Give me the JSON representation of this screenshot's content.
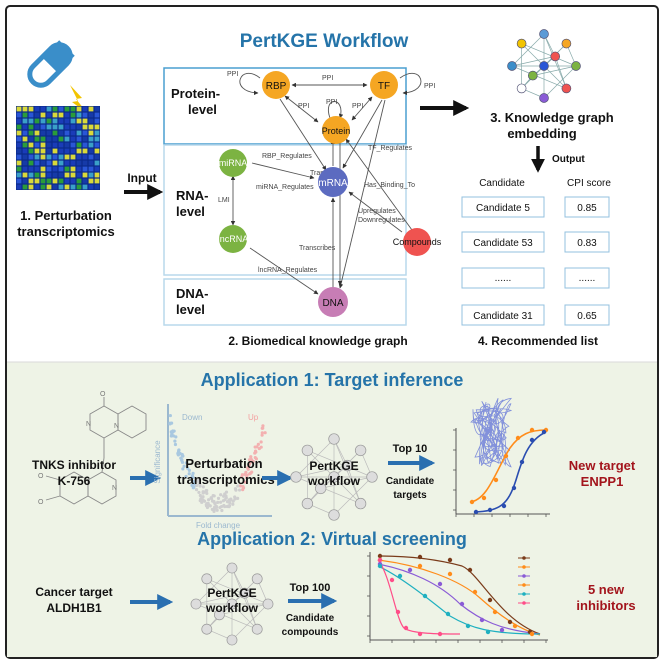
{
  "header": {
    "title": "PertKGE Workflow"
  },
  "workflow": {
    "input_label": "Input",
    "step1_line1": "1. Perturbation",
    "step1_line2": "transcriptomics",
    "step2": "2. Biomedical knowledge graph",
    "step3_line1": "3. Knowledge graph",
    "step3_line2": "embedding",
    "output_label": "Output",
    "step4": "4. Recommended list",
    "levels": {
      "protein_line1": "Protein-",
      "protein_line2": "level",
      "rna_line1": "RNA-",
      "rna_line2": "level",
      "dna_line1": "DNA-",
      "dna_line2": "level"
    },
    "nodes": {
      "rbp": "RBP",
      "tf": "TF",
      "protein": "Protein",
      "mirna": "miRNA",
      "mrna": "mRNA",
      "lncrna": "lncRNA",
      "compounds": "Compounds",
      "dna": "DNA"
    },
    "edges": {
      "ppi": "PPI",
      "rbp_regulates": "RBP_Regulates",
      "tf_regulates": "TF_Regulates",
      "mirna_regulates": "miRNA_Regulates",
      "translates": "Translates",
      "has_binding_to": "Has_Binding_To",
      "lmi": "LMI",
      "upregulates": "Upregulates",
      "downregulates": "Downregulates",
      "transcribes": "Transcribes",
      "lncrna_regulates": "lncRNA_Regulates"
    },
    "table": {
      "col_candidate": "Candidate",
      "col_score": "CPI score",
      "rows": [
        {
          "name": "Candidate 5",
          "score": "0.85"
        },
        {
          "name": "Candidate 53",
          "score": "0.83"
        },
        {
          "name": "......",
          "score": "......"
        },
        {
          "name": "Candidate 31",
          "score": "0.65"
        }
      ]
    }
  },
  "app1": {
    "title": "Application 1:  Target inference",
    "drug_line1": "TNKS inhibitor",
    "drug_line2": "K-756",
    "pert_line1": "Perturbation",
    "pert_line2": "transcriptomics",
    "volcano_down": "Down",
    "volcano_up": "Up",
    "volcano_xlabel": "Fold change",
    "volcano_ylabel": "Significance",
    "kge_line1": "PertKGE",
    "kge_line2": "workflow",
    "top_label": "Top 10",
    "cand_line1": "Candidate",
    "cand_line2": "targets",
    "result_line1": "New target",
    "result_line2": "ENPP1"
  },
  "app2": {
    "title": "Application 2: Virtual screening",
    "target_line1": "Cancer target",
    "target_line2": "ALDH1B1",
    "kge_line1": "PertKGE",
    "kge_line2": "workflow",
    "top_label": "Top 100",
    "cand_line1": "Candidate",
    "cand_line2": "compounds",
    "result_line1": "5 new",
    "result_line2": "inhibitors"
  },
  "colors": {
    "title_blue": "#2574a9",
    "arrow_blue": "#2a6fb0",
    "dark_red": "#a3141c",
    "node_orange": "#f5a623",
    "node_green": "#7cb342",
    "node_blue": "#5c6bc0",
    "node_red": "#ef5350",
    "node_pink": "#c77db5",
    "level_border": "#4a9fd0",
    "bottom_bg": "#eef3e6"
  }
}
